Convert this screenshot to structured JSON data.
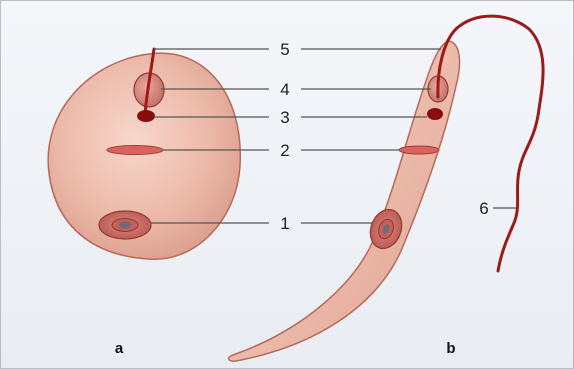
{
  "figure": {
    "labels": {
      "n1": "1",
      "n2": "2",
      "n3": "3",
      "n4": "4",
      "n5": "5",
      "n6": "6"
    },
    "panels": {
      "a": "a",
      "b": "b"
    }
  },
  "colors": {
    "cell_fill": "#ecb9a8",
    "cell_stroke": "#b56a5c",
    "flagellum": "#9c1a1a",
    "granule": "#8a0c0c",
    "nucleus_core": "#6d6d78",
    "leader_line": "#555555",
    "background": "#eef1f6"
  }
}
